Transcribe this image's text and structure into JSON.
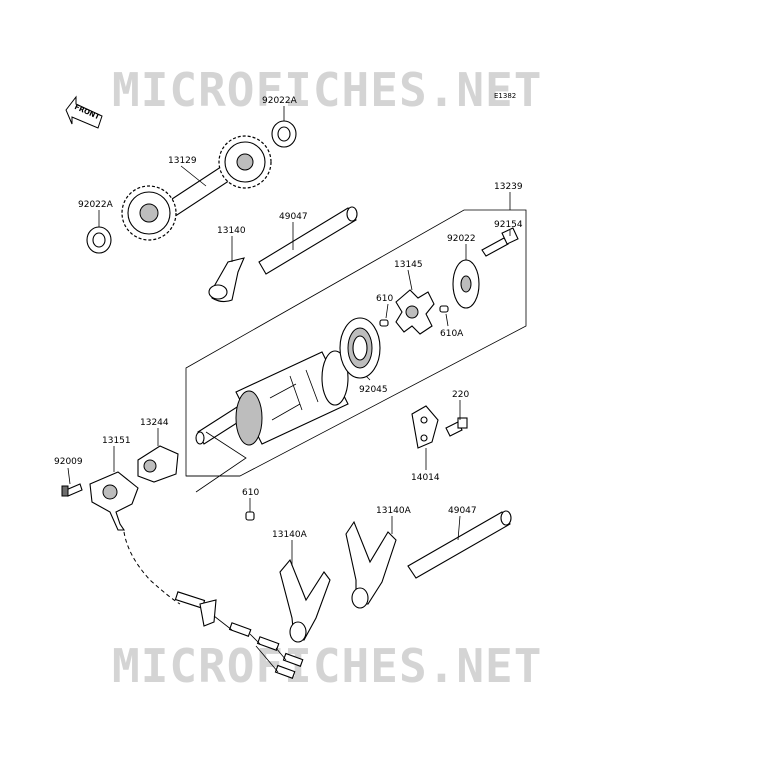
{
  "watermark": "MICROFICHES.NET",
  "diagram_code": "E1382",
  "front_label": "FRONT",
  "labels": {
    "washer_top": "92022A",
    "shaft_gear": "13129",
    "washer_left": "92022A",
    "rod_upper": "49047",
    "fork_upper": "13140",
    "drum_assembly": "13239",
    "bolt_top": "92154",
    "washer_drum": "92022",
    "cam_plate": "13145",
    "pin_a": "610",
    "pin_b": "610A",
    "bearing": "92045",
    "bolt_mid": "220",
    "stopper": "14014",
    "bracket": "13244",
    "sensor": "13151",
    "bolt_left": "92009",
    "pin_lower": "610",
    "fork_lower_left": "13140A",
    "fork_lower_right": "13140A",
    "rod_lower": "49047"
  }
}
